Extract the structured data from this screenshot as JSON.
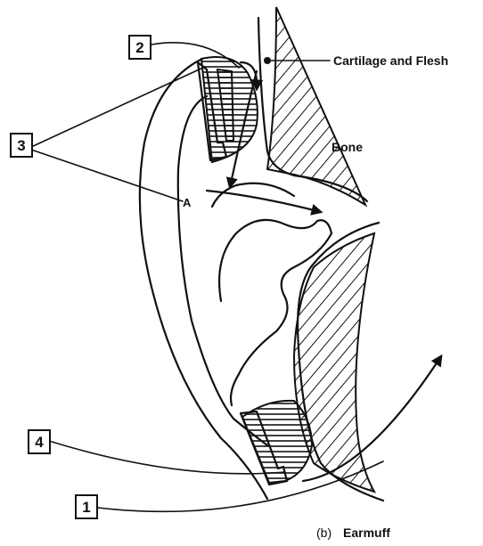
{
  "labels": {
    "cartilage": "Cartilage and Flesh",
    "bone": "Bone",
    "point_a": "A",
    "caption_prefix": "(b)",
    "caption": "Earmuff"
  },
  "boxes": [
    "1",
    "2",
    "3",
    "4"
  ]
}
